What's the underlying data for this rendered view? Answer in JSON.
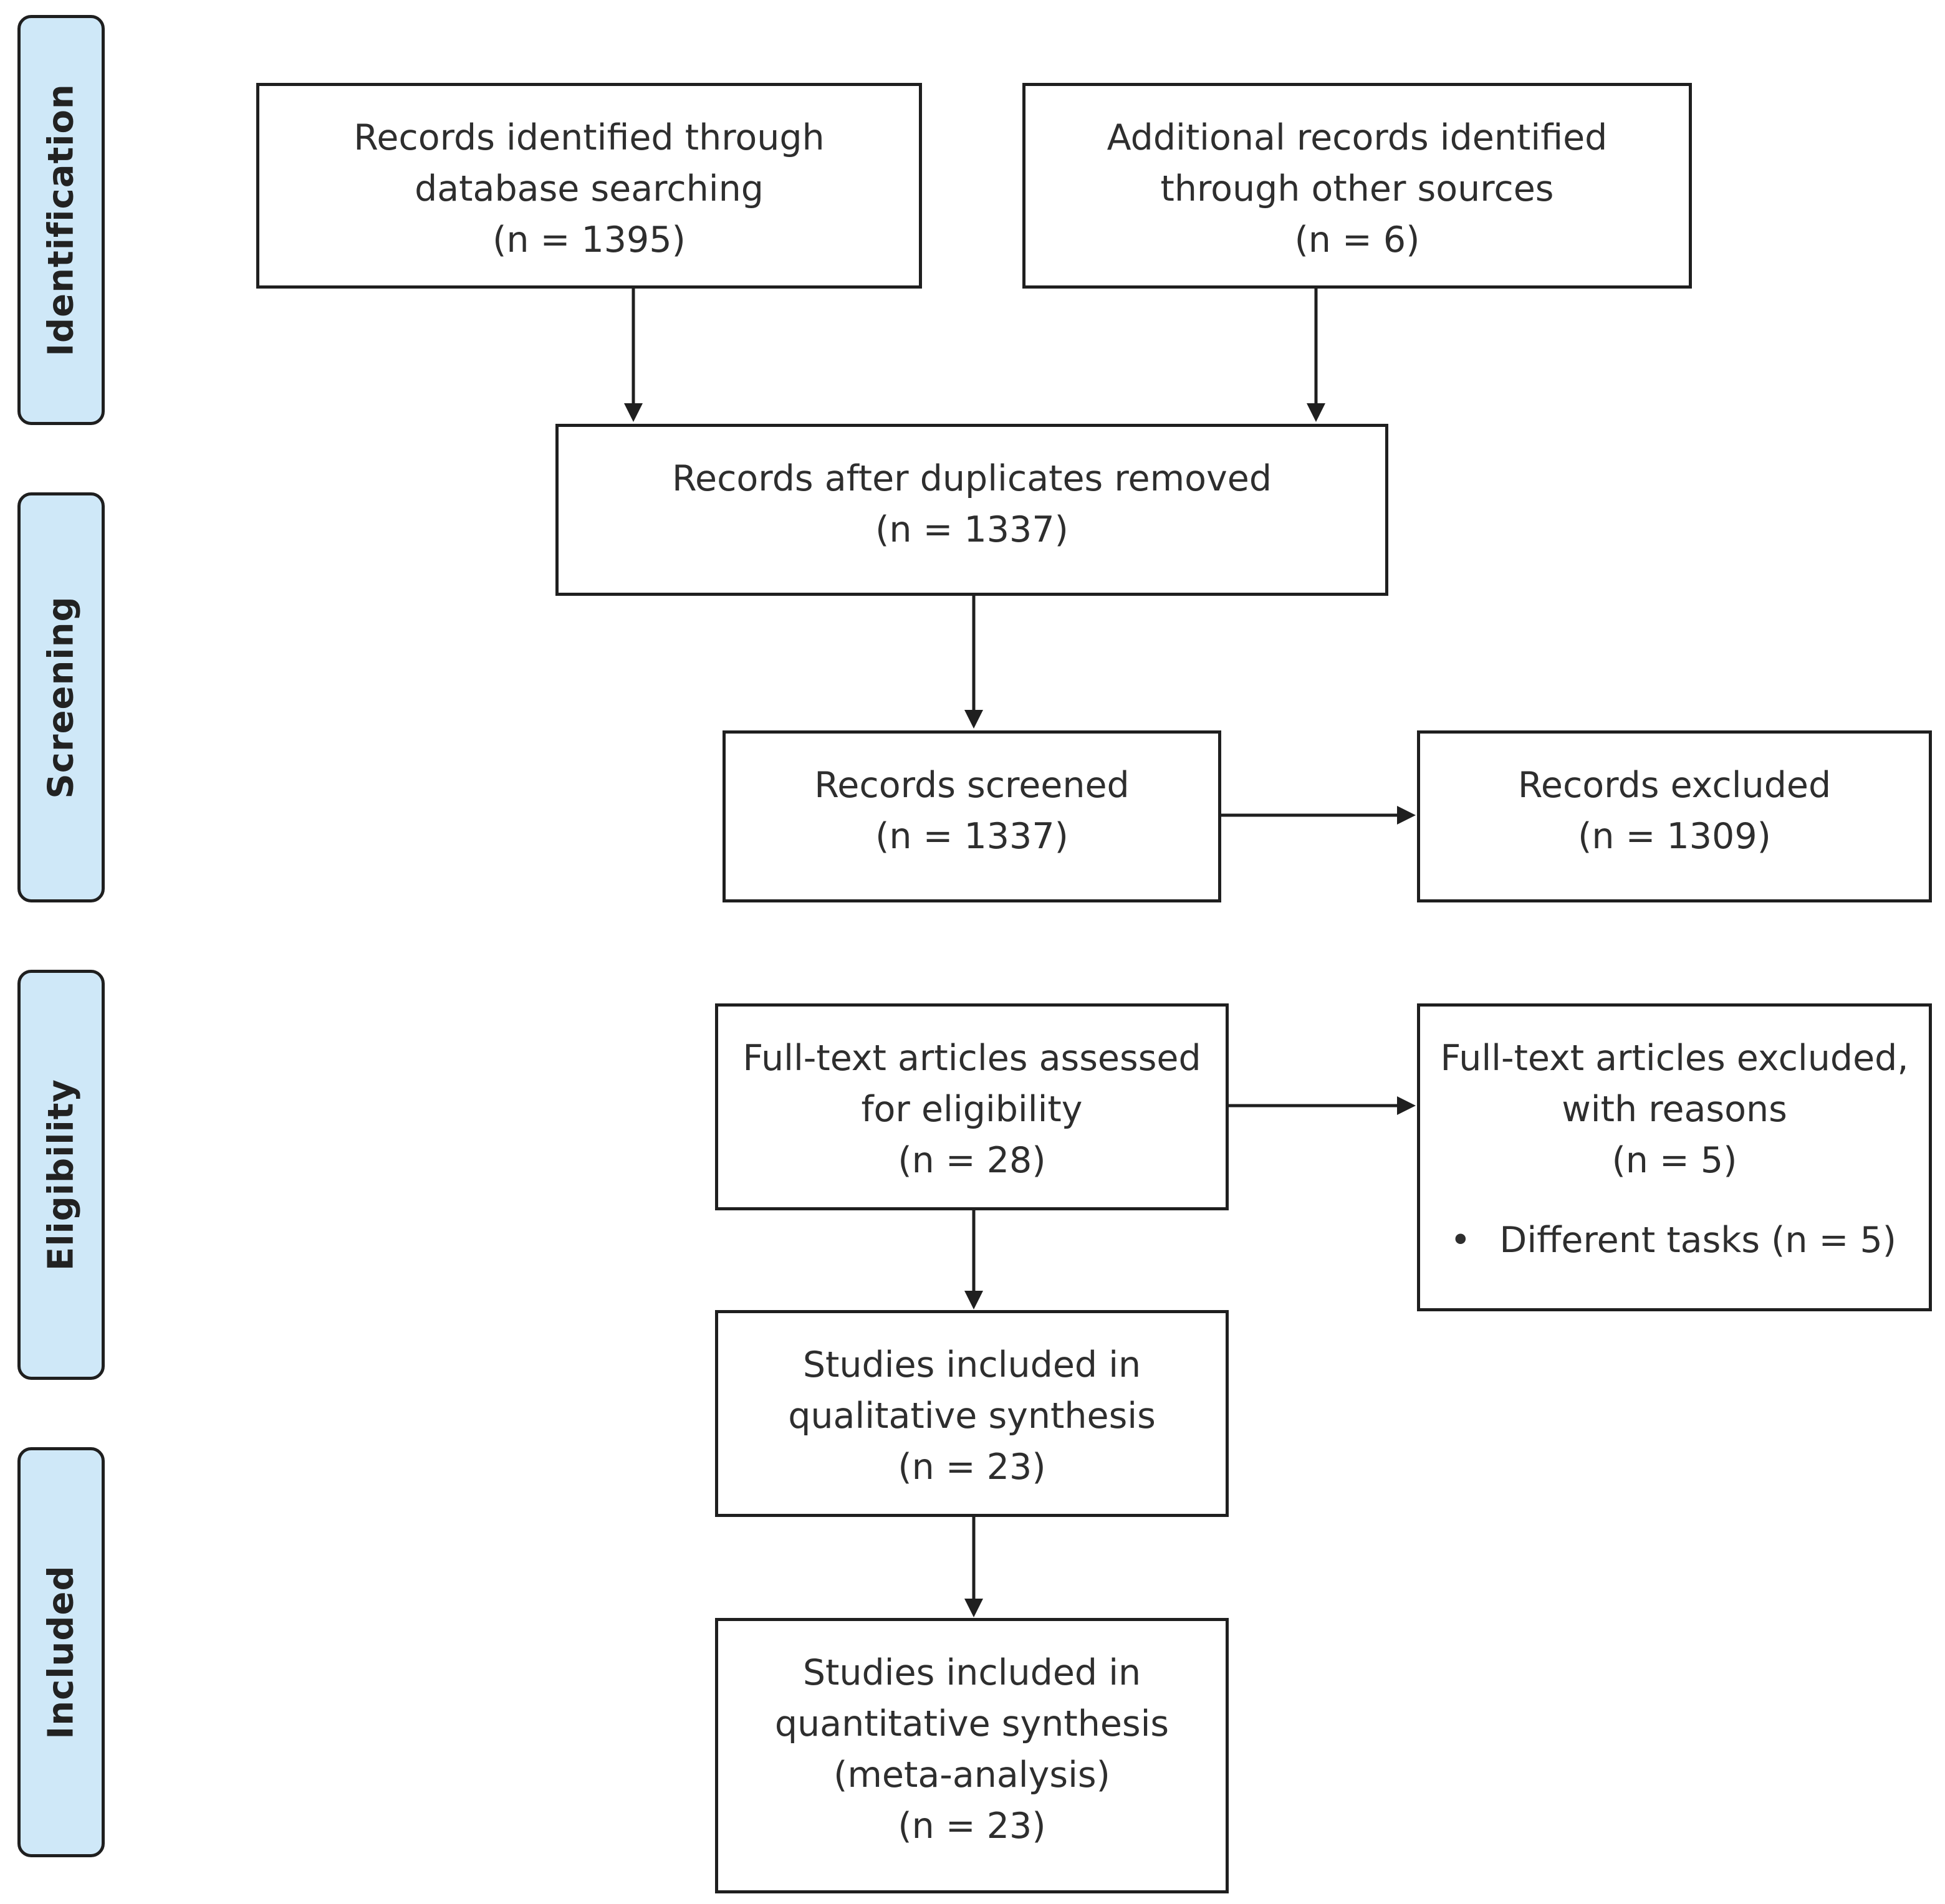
{
  "phases": {
    "identification": "Identification",
    "screening": "Screening",
    "eligibility": "Eligibility",
    "included": "Included"
  },
  "boxes": {
    "database": {
      "line1": "Records identified through",
      "line2": "database searching",
      "line3": "(n = 1395)"
    },
    "other_sources": {
      "line1": "Additional records identified",
      "line2": "through other sources",
      "line3": "(n = 6)"
    },
    "duplicates_removed": {
      "line1": "Records after duplicates removed",
      "line2": "(n = 1337)"
    },
    "screened": {
      "line1": "Records screened",
      "line2": "(n = 1337)"
    },
    "excluded": {
      "line1": "Records excluded",
      "line2": "(n = 1309)"
    },
    "fulltext_assessed": {
      "line1": "Full-text articles assessed",
      "line2": "for eligibility",
      "line3": "(n = 28)"
    },
    "fulltext_excluded": {
      "line1": "Full-text articles excluded,",
      "line2": "with reasons",
      "line3": "(n = 5)",
      "bullet": "•",
      "reason": "Different tasks (n = 5)"
    },
    "qualitative": {
      "line1": "Studies included in",
      "line2": "qualitative synthesis",
      "line3": "(n = 23)"
    },
    "quantitative": {
      "line1": "Studies included in",
      "line2": "quantitative synthesis",
      "line3": "(meta-analysis)",
      "line4": "(n = 23)"
    }
  },
  "colors": {
    "phase_fill": "#cfe8f8",
    "stroke": "#1f1f1f",
    "text": "#2e2e2e"
  }
}
